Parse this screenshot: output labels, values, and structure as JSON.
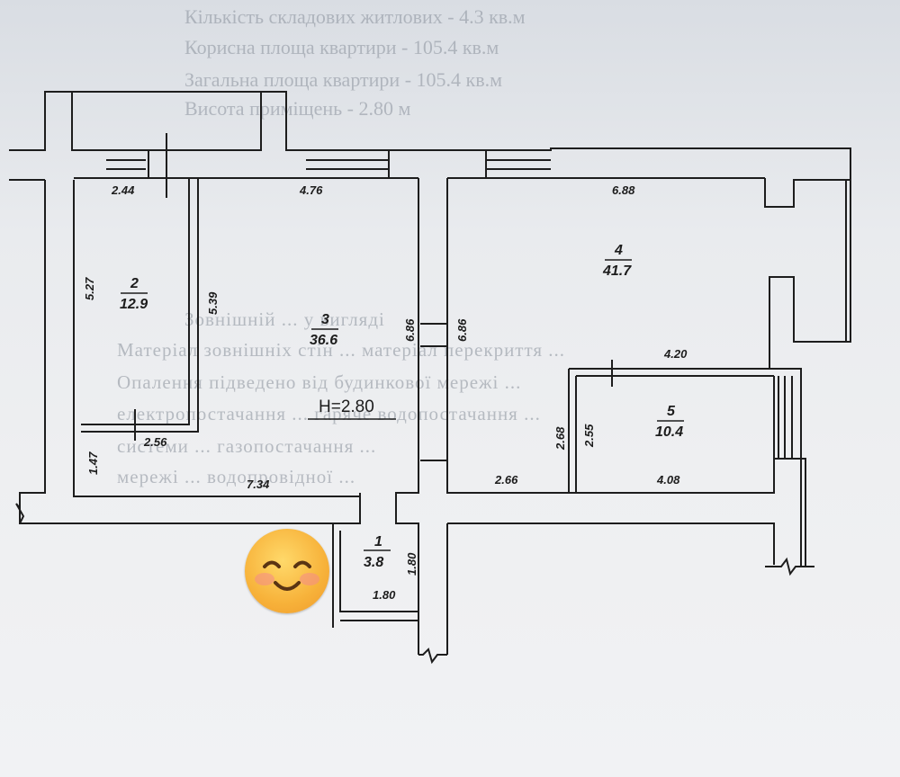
{
  "blurred_header_lines": [
    "Кількість складових житлових - 4.3 кв.м",
    "Корисна площа квартири - 105.4 кв.м",
    "Загальна площа квартири - 105.4 кв.м",
    "Висота приміщень - 2.80 м"
  ],
  "blurred_body_lines": [
    "Зовнішній ... у вигляді",
    "Матеріал зовнішніх стін ... матеріал перекриття ...",
    "Опалення підведено від будинкової мережі ...",
    "електропостачання ... гаряче водопостачання ...",
    "системи ... газопостачання ...",
    "мережі ... водопровідної ..."
  ],
  "plan": {
    "ceiling_height": "H=2.80",
    "rooms": [
      {
        "number": "1",
        "area": "3.8"
      },
      {
        "number": "2",
        "area": "12.9"
      },
      {
        "number": "3",
        "area": "36.6"
      },
      {
        "number": "4",
        "area": "41.7"
      },
      {
        "number": "5",
        "area": "10.4"
      }
    ],
    "dimensions": {
      "d_2_44": "2.44",
      "d_4_76": "4.76",
      "d_6_88": "6.88",
      "d_5_27": "5.27",
      "d_5_39": "5.39",
      "d_6_86_left": "6.86",
      "d_6_86_right": "6.86",
      "d_4_20": "4.20",
      "d_2_68": "2.68",
      "d_2_55": "2.55",
      "d_2_56": "2.56",
      "d_1_47": "1.47",
      "d_7_34": "7.34",
      "d_2_66": "2.66",
      "d_4_08": "4.08",
      "d_1_80_vertical": "1.80",
      "d_1_80_horizontal": "1.80"
    }
  },
  "overlay": {
    "icon": "smiling-face-emoji-icon"
  }
}
